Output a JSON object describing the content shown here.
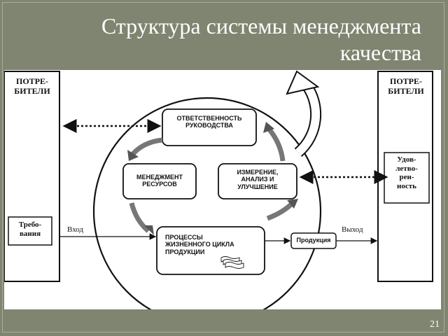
{
  "title": {
    "line1": "Структура системы менеджмента",
    "line2": "качества"
  },
  "page_number": "21",
  "diagram": {
    "left_panel": {
      "heading_l1": "ПОТРЕ-",
      "heading_l2": "БИТЕЛИ",
      "req_l1": "Требо-",
      "req_l2": "вания"
    },
    "right_panel": {
      "heading_l1": "ПОТРЕ-",
      "heading_l2": "БИТЕЛИ",
      "sat_l1": "Удов-",
      "sat_l2": "летво-",
      "sat_l3": "рен-",
      "sat_l4": "ность"
    },
    "responsibility": {
      "l1": "ОТВЕТСТВЕННОСТЬ",
      "l2": "РУКОВОДСТВА"
    },
    "resources": {
      "l1": "МЕНЕДЖМЕНТ",
      "l2": "РЕСУРСОВ"
    },
    "measurement": {
      "l1": "ИЗМЕРЕНИЕ,",
      "l2": "АНАЛИЗ И",
      "l3": "УЛУЧШЕНИЕ"
    },
    "processes": {
      "l1": "ПРОЦЕССЫ",
      "l2": "ЖИЗНЕННОГО ЦИКЛА",
      "l3": "ПРОДУКЦИИ"
    },
    "product_label": "Продукция",
    "input_label": "Вход",
    "output_label": "Выход",
    "colors": {
      "background": "#7f8570",
      "ink": "#111111",
      "paper": "#ffffff"
    }
  }
}
